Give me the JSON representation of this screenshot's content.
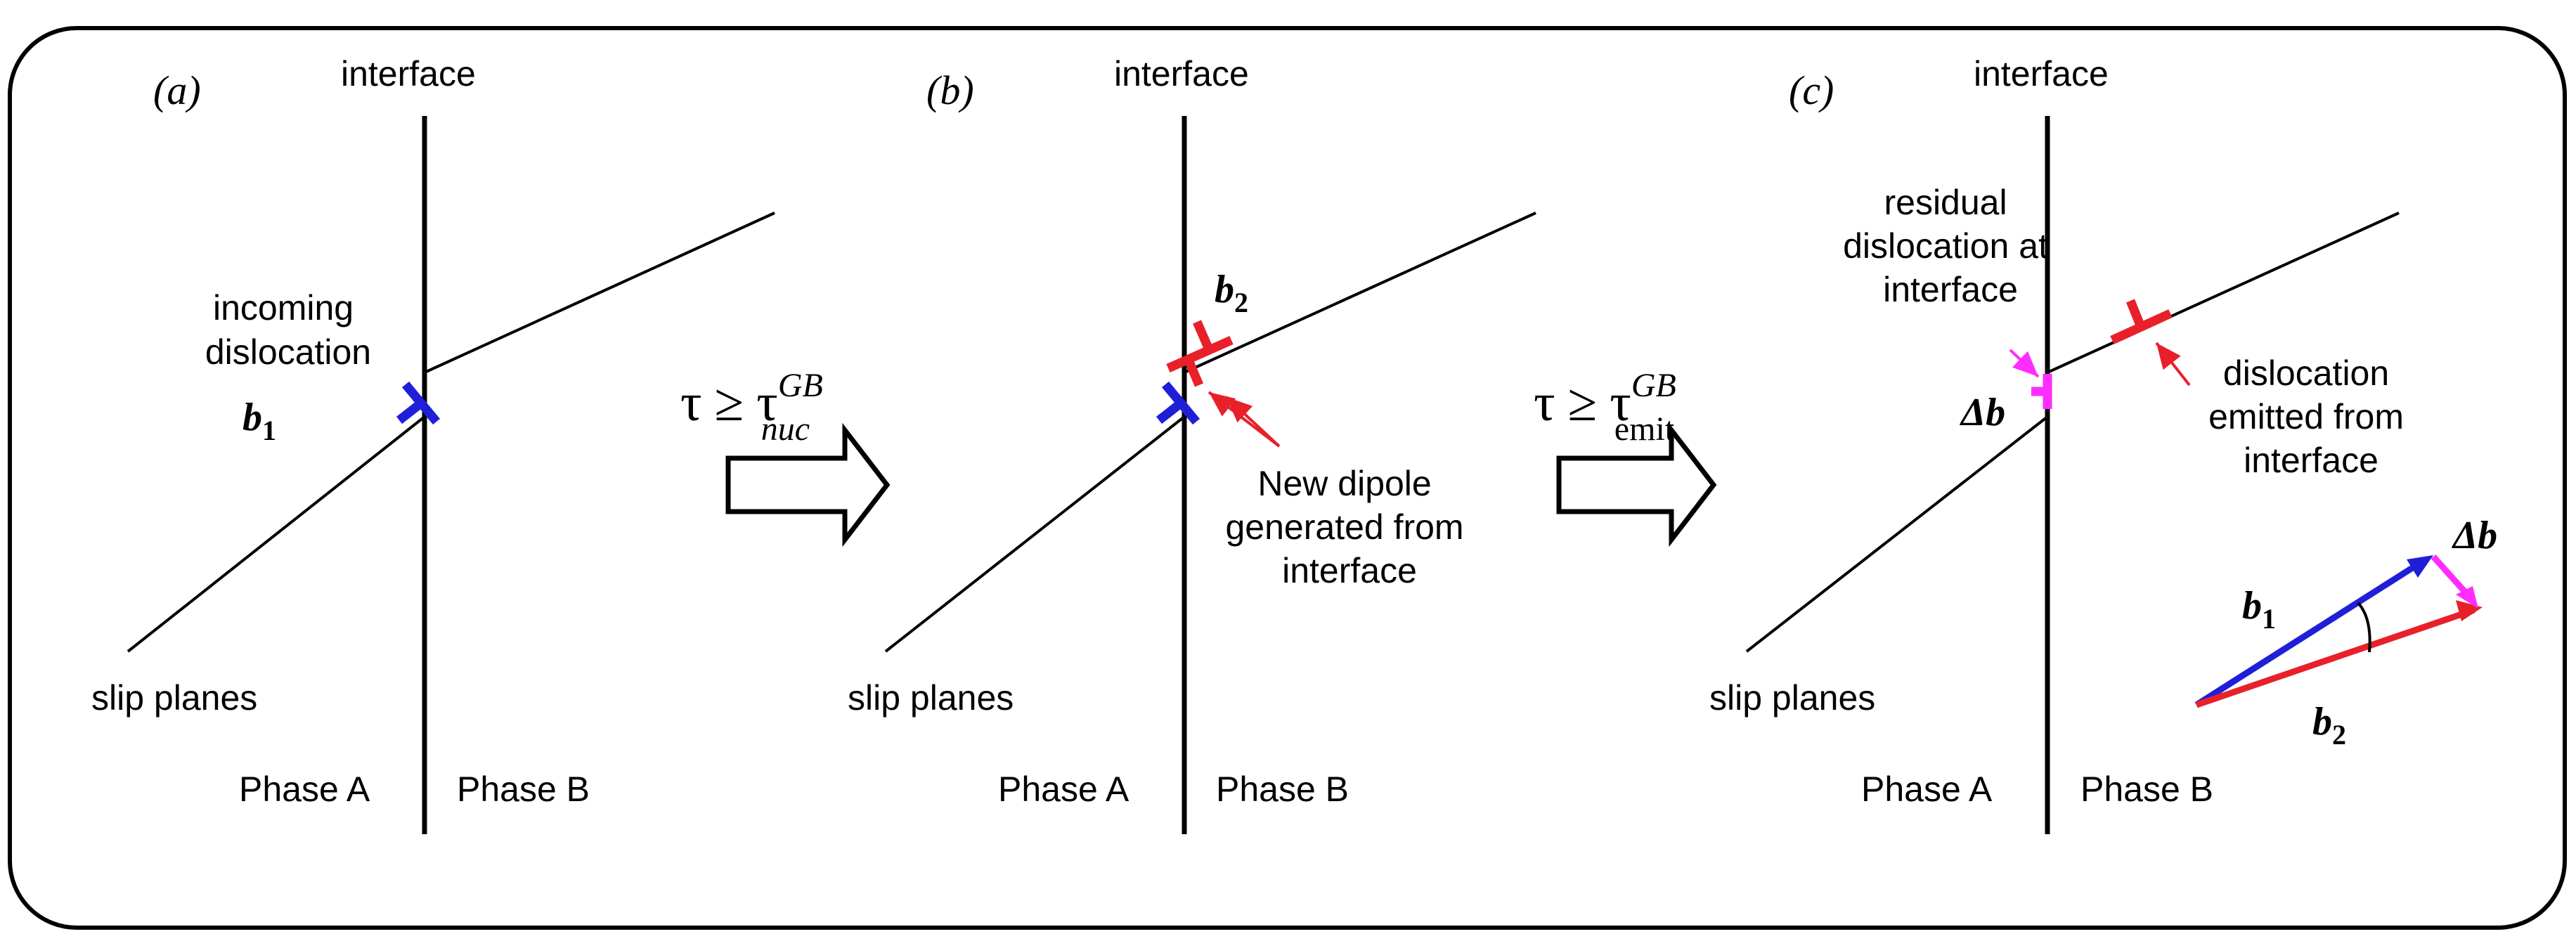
{
  "colors": {
    "outline": "#000000",
    "burgers_b1": "#1f1fd8",
    "burgers_b2": "#e8202a",
    "residual": "#ff2cff"
  },
  "panels": {
    "a": {
      "label": "(a)",
      "interface_label": "interface",
      "incoming_line1": "incoming",
      "incoming_line2": "dislocation",
      "b1_symbol": "b",
      "b1_sub": "1",
      "slip_label": "slip planes",
      "phase_a": "Phase A",
      "phase_b": "Phase B"
    },
    "b": {
      "label": "(b)",
      "interface_label": "interface",
      "b2_symbol": "b",
      "b2_sub": "2",
      "dipole_line1": "New dipole",
      "dipole_line2": "generated from",
      "dipole_line3": "interface",
      "slip_label": "slip planes",
      "phase_a": "Phase A",
      "phase_b": "Phase B"
    },
    "c": {
      "label": "(c)",
      "interface_label": "interface",
      "residual_line1": "residual",
      "residual_line2": "dislocation at",
      "residual_line3": "interface",
      "delta_b": "Δb",
      "emitted_line1": "dislocation",
      "emitted_line2": "emitted from",
      "emitted_line3": "interface",
      "slip_label": "slip planes",
      "phase_a": "Phase A",
      "phase_b": "Phase B",
      "vec_b1_symbol": "b",
      "vec_b1_sub": "1",
      "vec_b2_symbol": "b",
      "vec_b2_sub": "2",
      "vec_delta": "Δb"
    }
  },
  "transitions": {
    "nuc": {
      "tau": "τ",
      "rel": "≥",
      "tau2": "τ",
      "sup": "GB",
      "sub": "nuc"
    },
    "emit": {
      "tau": "τ",
      "rel": "≥",
      "tau2": "τ",
      "sup": "GB",
      "sub": "emit"
    }
  }
}
